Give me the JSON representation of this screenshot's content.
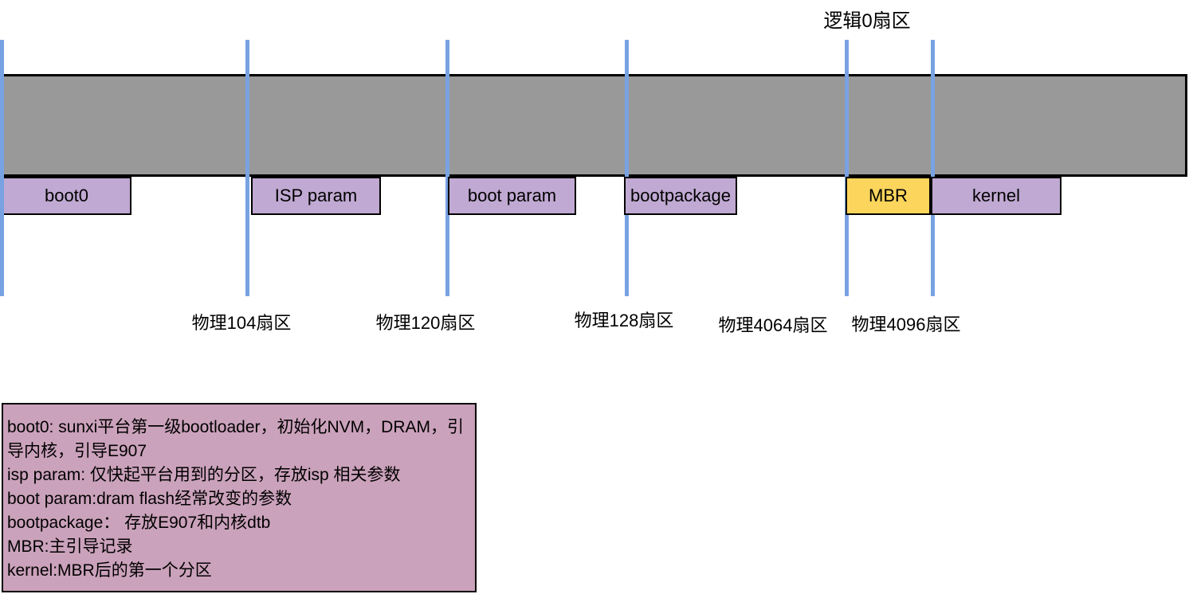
{
  "diagram": {
    "logical_sector_label": "逻辑0扇区",
    "partitions": [
      {
        "label": "boot0",
        "fill": "#c0a9d2"
      },
      {
        "label": "ISP param",
        "fill": "#c0a9d2"
      },
      {
        "label": "boot param",
        "fill": "#c0a9d2"
      },
      {
        "label": "bootpackage",
        "fill": "#c0a9d2"
      },
      {
        "label": "MBR",
        "fill": "#fbd55c"
      },
      {
        "label": "kernel",
        "fill": "#c0a9d2"
      }
    ],
    "physical_sector_labels": [
      "物理104扇区",
      "物理120扇区",
      "物理128扇区",
      "物理4064扇区",
      "物理4096扇区"
    ],
    "legend_lines": [
      "boot0: sunxi平台第一级bootloader，初始化NVM，DRAM，引",
      "导内核，引导E907",
      "isp param: 仅快起平台用到的分区，存放isp 相关参数",
      "boot param:dram flash经常改变的参数",
      "bootpackage： 存放E907和内核dtb",
      "MBR:主引导记录",
      "kernel:MBR后的第一个分区"
    ],
    "colors": {
      "bar_fill": "#999999",
      "partition_fill": "#c0a9d2",
      "mbr_fill": "#fbd55c",
      "guide_line": "#78a2e2",
      "legend_fill": "#cba2bb",
      "border": "#000000"
    }
  }
}
